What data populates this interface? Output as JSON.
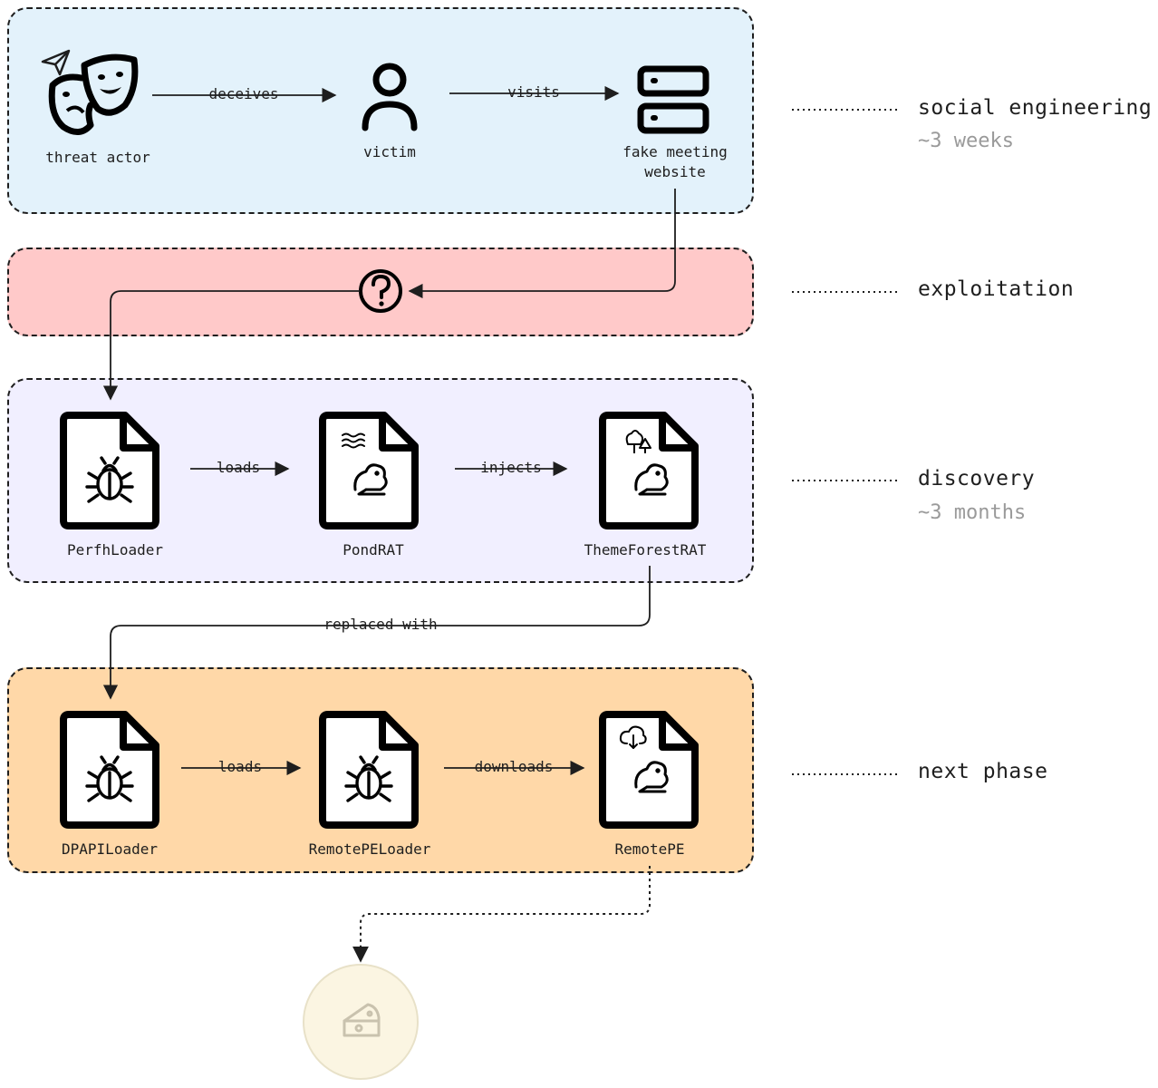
{
  "colors": {
    "social_engineering_bg": "#e3f2fb",
    "exploitation_bg": "#ffc9c9",
    "discovery_bg": "#f1efff",
    "next_phase_bg": "#ffd8a8",
    "stroke": "#1e1e1e",
    "muted_text": "#9a9a9a",
    "final_node_bg": "#fbf5e2"
  },
  "phases": [
    {
      "id": "social-engineering",
      "title": "social engineering",
      "duration": "~3 weeks"
    },
    {
      "id": "exploitation",
      "title": "exploitation",
      "duration": ""
    },
    {
      "id": "discovery",
      "title": "discovery",
      "duration": "~3 months"
    },
    {
      "id": "next-phase",
      "title": "next phase",
      "duration": ""
    }
  ],
  "nodes": {
    "threat_actor": {
      "label": "threat actor",
      "icon": "theater-masks-icon"
    },
    "victim": {
      "label": "victim",
      "icon": "user-icon"
    },
    "fake_meeting_website": {
      "label_line1": "fake meeting",
      "label_line2": "website",
      "icon": "server-icon"
    },
    "unknown_exploit": {
      "icon": "question-mark-circle-icon"
    },
    "perfhloader": {
      "label": "PerfhLoader",
      "icon": "bug-file-icon"
    },
    "pondrat": {
      "label": "PondRAT",
      "icon": "rat-file-icon"
    },
    "themeforestrat": {
      "label": "ThemeForestRAT",
      "icon": "rat-file-icon"
    },
    "dpapiloader": {
      "label": "DPAPILoader",
      "icon": "bug-file-icon"
    },
    "remotepeloader": {
      "label": "RemotePELoader",
      "icon": "bug-file-icon"
    },
    "remotepe": {
      "label": "RemotePE",
      "icon": "rat-file-icon"
    },
    "final": {
      "icon": "cheese-icon"
    }
  },
  "edges": {
    "deceives": "deceives",
    "visits": "visits",
    "loads_1": "loads",
    "injects": "injects",
    "replaced_with": "replaced with",
    "loads_2": "loads",
    "downloads": "downloads"
  }
}
